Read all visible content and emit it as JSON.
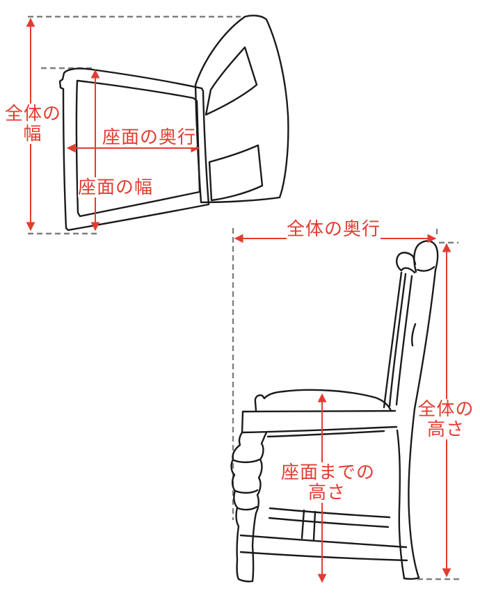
{
  "colors": {
    "dimension_red": "#e23c30",
    "outline_black": "#1a1a1a",
    "guide_gray": "#7f7f7f",
    "background": "#ffffff"
  },
  "top_view": {
    "overall_width": [
      "全体の",
      "幅"
    ],
    "seat_depth": "座面の奥行",
    "seat_width": "座面の幅"
  },
  "side_view": {
    "overall_depth": "全体の奥行",
    "overall_height": [
      "全体の",
      "高さ"
    ],
    "seat_height": [
      "座面までの",
      "高さ"
    ]
  }
}
